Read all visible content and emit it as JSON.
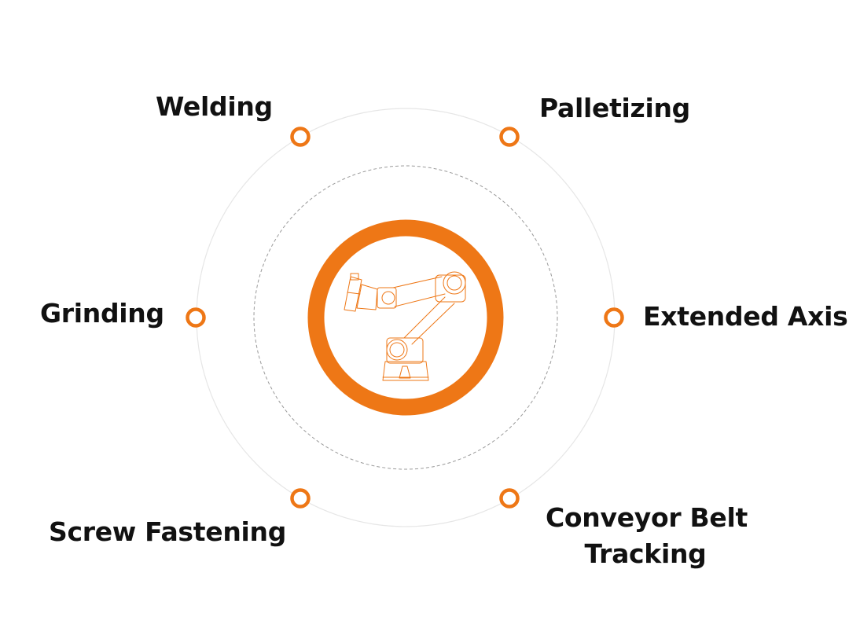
{
  "colors": {
    "accent": "#EE7716",
    "ring_outer": "#e6e6e6",
    "ring_inner": "#9a9a9a",
    "text": "#111111"
  },
  "center_icon": "robot-arm-icon",
  "nodes": [
    {
      "id": "welding",
      "label": "Welding",
      "marker_icon": "ring-marker-icon"
    },
    {
      "id": "palletizing",
      "label": "Palletizing",
      "marker_icon": "ring-marker-icon"
    },
    {
      "id": "grinding",
      "label": "Grinding",
      "marker_icon": "ring-marker-icon"
    },
    {
      "id": "extended-axis",
      "label": "Extended Axis",
      "marker_icon": "ring-marker-icon"
    },
    {
      "id": "screw-fastening",
      "label": "Screw Fastening",
      "marker_icon": "ring-marker-icon"
    },
    {
      "id": "conveyor-belt-tracking",
      "label_line1": "Conveyor Belt",
      "label_line2": "Tracking",
      "marker_icon": "ring-marker-icon"
    }
  ]
}
